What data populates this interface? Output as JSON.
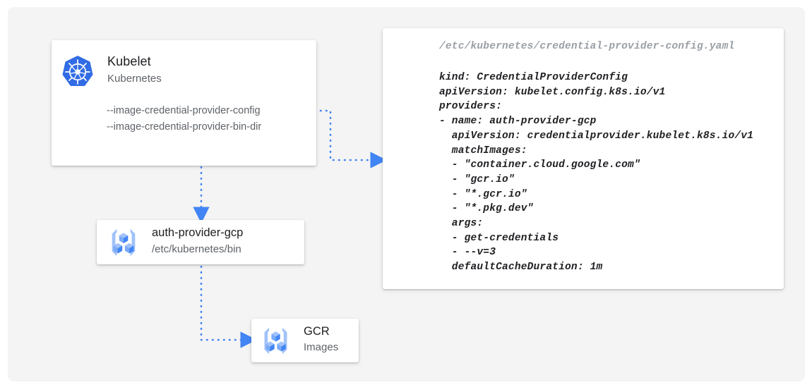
{
  "colors": {
    "page_background": "#ffffff",
    "panel_background": "#f4f4f4",
    "card_background": "#ffffff",
    "accent_blue": "#4285f4",
    "connector_blue": "#4285f4",
    "text_primary": "#202124",
    "text_secondary": "#5f6368",
    "code_path_gray": "#9aa0a6",
    "k8s_blue": "#326ce5",
    "icon_blue_dark": "#4285f4",
    "icon_blue_light": "#a1c2fa"
  },
  "kubelet_card": {
    "icon": "kubernetes-logo-icon",
    "title": "Kubelet",
    "subtitle": "Kubernetes",
    "flags": [
      "--image-credential-provider-config",
      "--image-credential-provider-bin-dir"
    ]
  },
  "auth_provider_card": {
    "icon": "container-registry-icon",
    "title": "auth-provider-gcp",
    "subtitle": "/etc/kubernetes/bin"
  },
  "gcr_card": {
    "icon": "container-registry-icon",
    "title": "GCR",
    "subtitle": "Images"
  },
  "code_card": {
    "path": "/etc/kubernetes/credential-provider-config.yaml",
    "yaml": "kind: CredentialProviderConfig\napiVersion: kubelet.config.k8s.io/v1\nproviders:\n- name: auth-provider-gcp\n  apiVersion: credentialprovider.kubelet.k8s.io/v1\n  matchImages:\n  - \"container.cloud.google.com\"\n  - \"gcr.io\"\n  - \"*.gcr.io\"\n  - \"*.pkg.dev\"\n  args:\n  - get-credentials\n  - --v=3\n  defaultCacheDuration: 1m"
  },
  "connectors": [
    {
      "name": "kubelet-config-flag-to-code-card",
      "from": "kubelet-card-config-flag",
      "to": "code-card",
      "style": "dotted",
      "arrow": "right"
    },
    {
      "name": "kubelet-to-auth-provider",
      "from": "kubelet-card",
      "to": "auth-provider-card",
      "style": "dotted",
      "arrow": "down"
    },
    {
      "name": "auth-provider-to-gcr",
      "from": "auth-provider-card",
      "to": "gcr-card",
      "style": "dotted",
      "arrow": "right"
    }
  ]
}
